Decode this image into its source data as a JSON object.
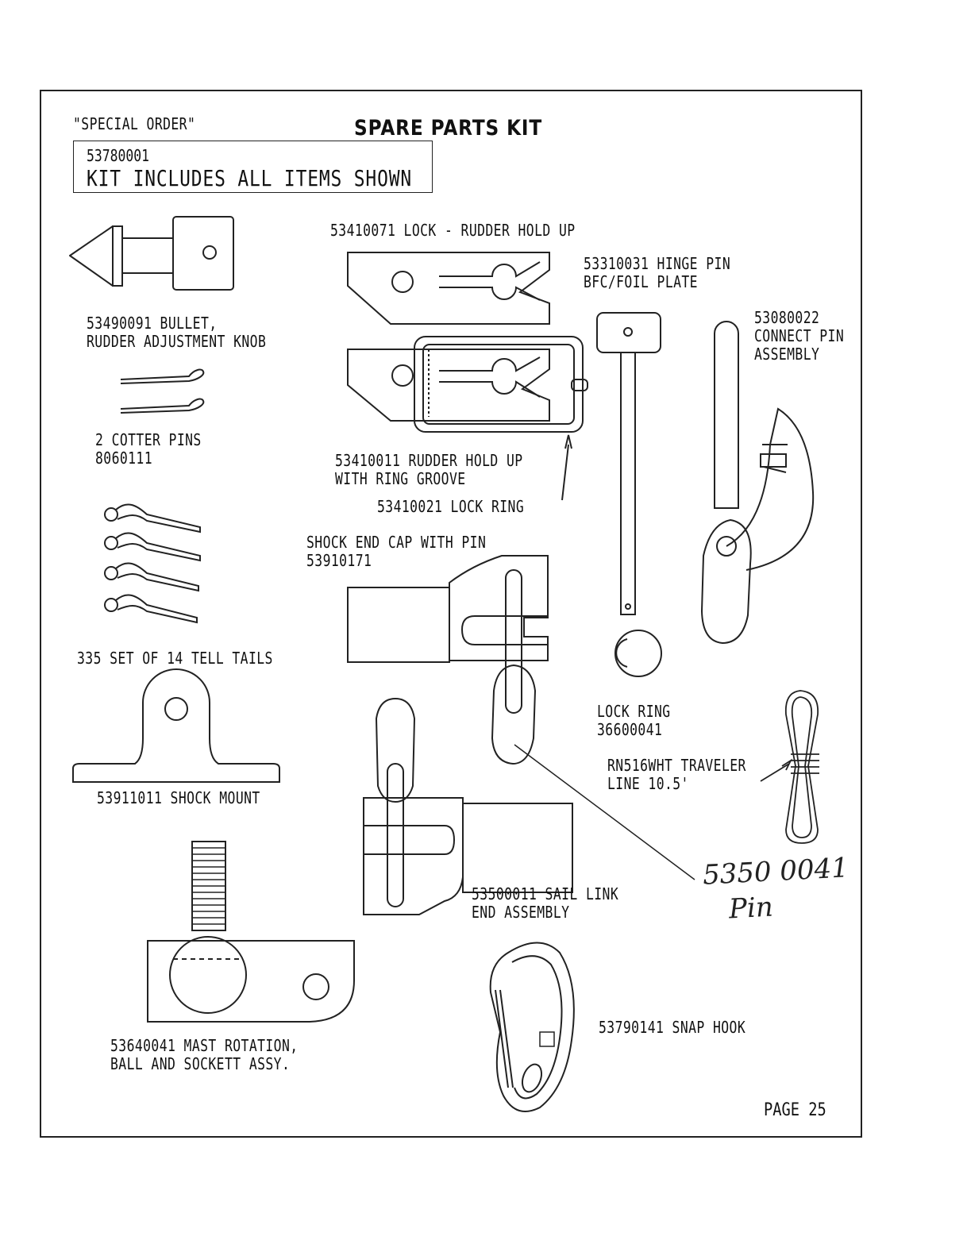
{
  "header": {
    "special_order": "\"SPECIAL ORDER\"",
    "title": "SPARE PARTS KIT",
    "kit_number": "53780001",
    "kit_description": "KIT INCLUDES ALL ITEMS SHOWN"
  },
  "parts": {
    "bullet": [
      "53490091 BULLET,",
      "RUDDER ADJUSTMENT KNOB"
    ],
    "cotter_pins": [
      "2 COTTER PINS",
      "8060111"
    ],
    "tell_tails": [
      "335 SET OF 14 TELL TAILS"
    ],
    "shock_mount": [
      "53911011 SHOCK MOUNT"
    ],
    "mast_rotation": [
      "53640041 MAST ROTATION,",
      "BALL AND SOCKETT ASSY."
    ],
    "lock_rudder": [
      "53410071 LOCK - RUDDER HOLD UP"
    ],
    "hinge_pin": [
      "53310031 HINGE PIN",
      "BFC/FOIL PLATE"
    ],
    "connect_pin": [
      "53080022",
      "CONNECT PIN",
      "ASSEMBLY"
    ],
    "rudder_hold_up": [
      "53410011 RUDDER HOLD UP",
      "WITH RING GROOVE"
    ],
    "lock_ring_top": [
      "53410021 LOCK RING"
    ],
    "shock_end_cap": [
      "SHOCK END CAP WITH PIN",
      "53910171"
    ],
    "lock_ring": [
      "LOCK RING",
      "36600041"
    ],
    "traveler_line": [
      "RN516WHT TRAVELER",
      "LINE 10.5'"
    ],
    "sail_link": [
      "53500011 SAIL LINK",
      "END ASSEMBLY"
    ],
    "snap_hook": [
      "53790141 SNAP HOOK"
    ]
  },
  "handwritten": {
    "part_number": "5350 0041",
    "word": "Pin"
  },
  "footer": {
    "page": "PAGE 25"
  }
}
